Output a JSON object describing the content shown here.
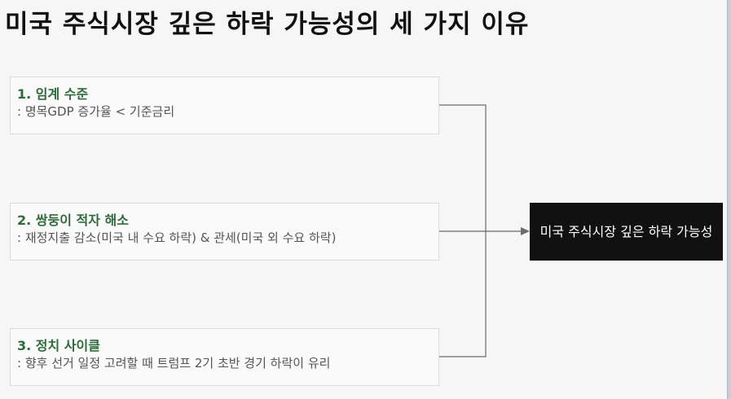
{
  "title": "미국 주식시장 깊은 하락 가능성의 세 가지 이유",
  "reasons": [
    {
      "heading": "1. 임계 수준",
      "detail": ": 명목GDP 증가율 < 기준금리"
    },
    {
      "heading": "2. 쌍둥이 적자 해소",
      "detail": ": 재정지출 감소(미국 내 수요 하락) & 관세(미국 외 수요 하락)"
    },
    {
      "heading": "3. 정치 사이클",
      "detail": ": 향후 선거 일정 고려할 때 트럼프 2기 초반 경기 하락이 유리"
    }
  ],
  "result": {
    "label": "미국 주식시장 깊은 하락 가능성"
  },
  "colors": {
    "heading_text": "#2f6b3a",
    "result_box": "#111111",
    "connector": "#6b6b6b"
  }
}
